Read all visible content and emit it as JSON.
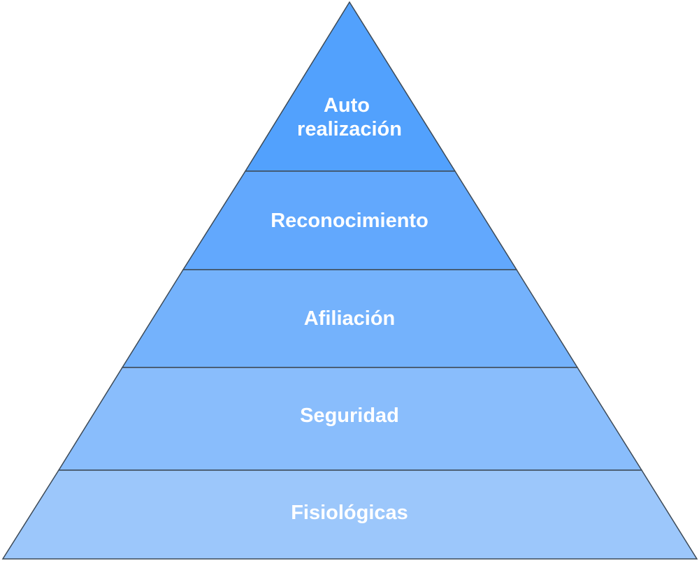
{
  "diagram": {
    "type": "pyramid",
    "tiers": [
      {
        "lines": [
          "Auto",
          "realización"
        ],
        "color": "#52a1fd"
      },
      {
        "lines": [
          "Reconocimiento"
        ],
        "color": "#62a8fd"
      },
      {
        "lines": [
          "Afiliación"
        ],
        "color": "#74b2fc"
      },
      {
        "lines": [
          "Seguridad"
        ],
        "color": "#89bdfc"
      },
      {
        "lines": [
          "Fisiológicas"
        ],
        "color": "#9cc7fb"
      }
    ],
    "outline_color": "#3d4a57",
    "label_color": "#ffffff"
  }
}
